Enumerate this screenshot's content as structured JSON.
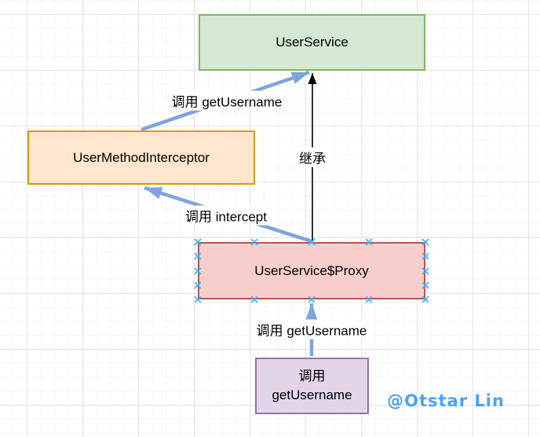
{
  "palette": {
    "node_green_fill": "#d5e8d4",
    "node_green_border": "#82b366",
    "node_orange_fill": "#ffe6cc",
    "node_orange_border": "#d79b00",
    "node_red_fill": "#f8cecc",
    "node_red_border": "#b85450",
    "node_purple_fill": "#e1d5e7",
    "node_purple_border": "#9673a6",
    "arrow_blue": "#7ea4dc",
    "arrow_black": "#000000",
    "connection_point_blue": "#33b5f5",
    "watermark_blue": "#4aa2f5"
  },
  "diagram": {
    "nodes": {
      "user_service": {
        "label": "UserService"
      },
      "user_method_interceptor": {
        "label": "UserMethodInterceptor"
      },
      "user_service_proxy": {
        "label": "UserService$Proxy"
      },
      "invoke_get_username": {
        "label_line1": "调用",
        "label_line2": "getUsername"
      }
    },
    "edge_labels": {
      "call_get_username_top": "调用 getUsername",
      "extends": "继承",
      "call_intercept": "调用 intercept",
      "call_get_username_bottom": "调用 getUsername"
    }
  },
  "watermark": {
    "text": "@Otstar Lin"
  }
}
